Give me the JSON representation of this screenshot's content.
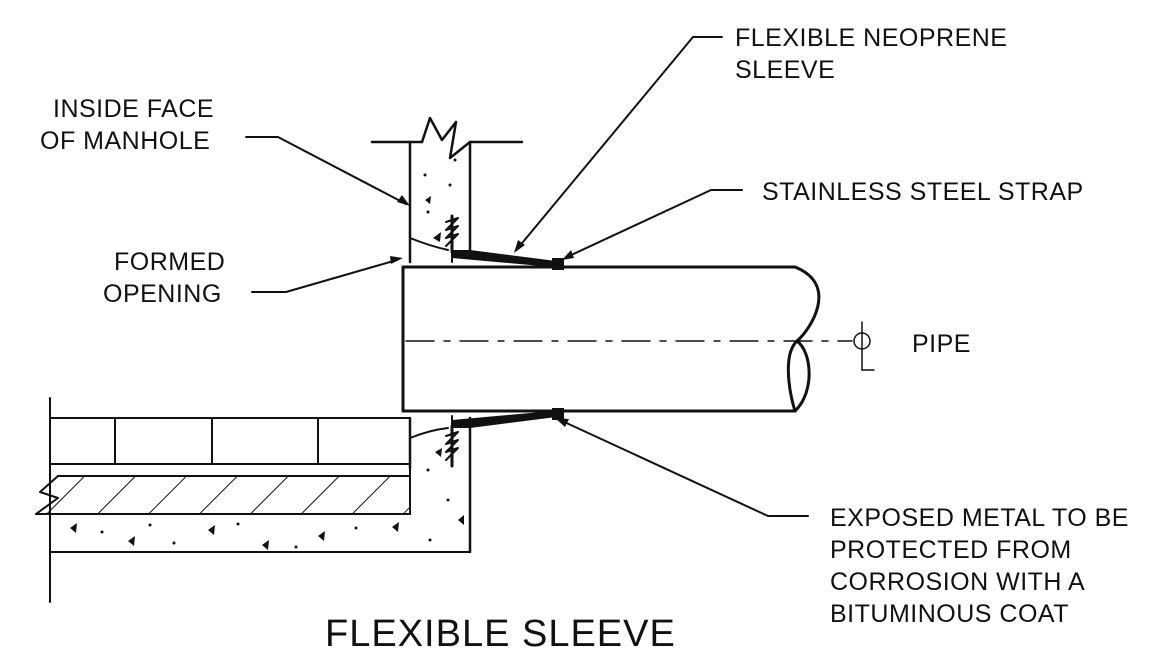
{
  "title": "FLEXIBLE SLEEVE",
  "labels": {
    "neoprene_l1": "FLEXIBLE NEOPRENE",
    "neoprene_l2": "SLEEVE",
    "strap": "STAINLESS STEEL STRAP",
    "manhole_l1": "INSIDE FACE",
    "manhole_l2": "OF MANHOLE",
    "opening_l1": "FORMED",
    "opening_l2": "OPENING",
    "pipe": "PIPE",
    "centerline_symbol": "CL",
    "metal_l1": "EXPOSED METAL TO BE",
    "metal_l2": "PROTECTED FROM",
    "metal_l3": "CORROSION WITH A",
    "metal_l4": "BITUMINOUS COAT"
  },
  "colors": {
    "ink": "#111111",
    "background": "#ffffff"
  }
}
